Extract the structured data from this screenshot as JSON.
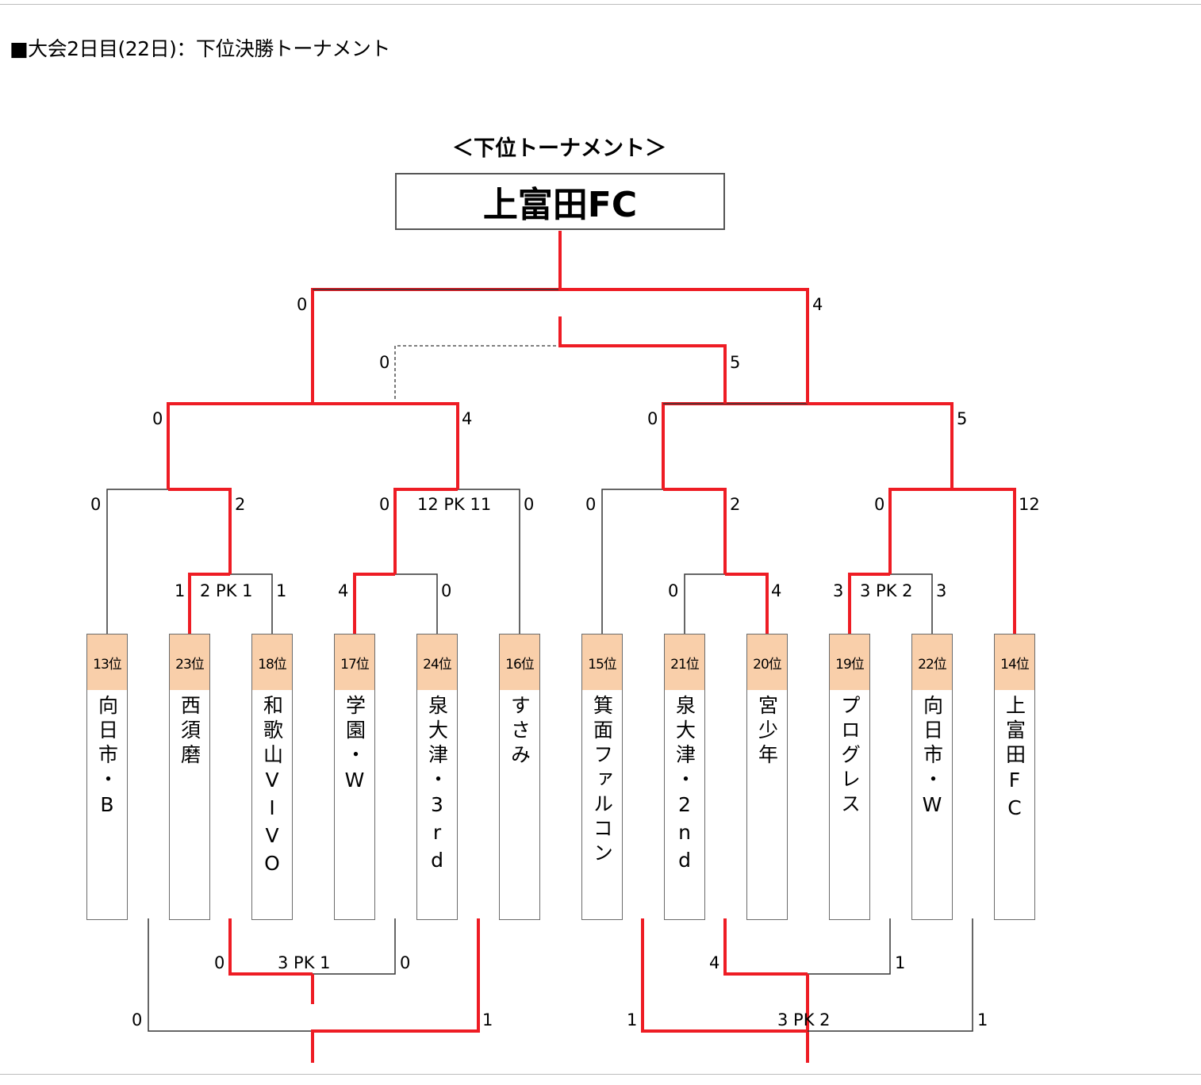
{
  "heading": "■大会2日目(22日)：下位決勝トーナメント",
  "subtitle": "＜下位トーナメント＞",
  "champion": "上富田FC",
  "teams": [
    {
      "rank": "13位",
      "name": "向日市・B"
    },
    {
      "rank": "23位",
      "name": "西須磨"
    },
    {
      "rank": "18位",
      "name": "和歌山VIVO"
    },
    {
      "rank": "17位",
      "name": "学園・W"
    },
    {
      "rank": "24位",
      "name": "泉大津・3rd"
    },
    {
      "rank": "16位",
      "name": "すさみ"
    },
    {
      "rank": "15位",
      "name": "箕面ファルコン"
    },
    {
      "rank": "21位",
      "name": "泉大津・2nd"
    },
    {
      "rank": "20位",
      "name": "宮少年"
    },
    {
      "rank": "19位",
      "name": "プログレス"
    },
    {
      "rank": "22位",
      "name": "向日市・W"
    },
    {
      "rank": "14位",
      "name": "上富田FC"
    }
  ],
  "scores": {
    "final_left": "0",
    "final_right": "4",
    "third_left": "0",
    "third_right": "5",
    "sf1_left": "0",
    "sf1_right": "4",
    "sf2_left": "0",
    "sf2_right": "5",
    "qf1_left": "0",
    "qf1_right": "2",
    "qf2_left": "0",
    "qf2_pk": "12 PK 11",
    "qf2_right": "0",
    "qf3_left": "0",
    "qf3_right": "2",
    "qf4_left": "0",
    "qf4_right": "12",
    "r1a_left": "1",
    "r1a_pk": "2 PK 1",
    "r1a_right": "1",
    "r1b_left": "4",
    "r1b_right": "0",
    "r1c_left": "0",
    "r1c_right": "4",
    "r1d_left": "3",
    "r1d_pk": "3 PK 2",
    "r1d_right": "3",
    "cl1_left": "0",
    "cl1_pk": "3 PK 1",
    "cl1_right": "0",
    "cl2_left": "4",
    "cl2_right": "1",
    "cl3_left": "0",
    "cl3_right": "1",
    "cl4_left": "1",
    "cl4_pk": "3 PK 2",
    "cl4_right": "1"
  }
}
